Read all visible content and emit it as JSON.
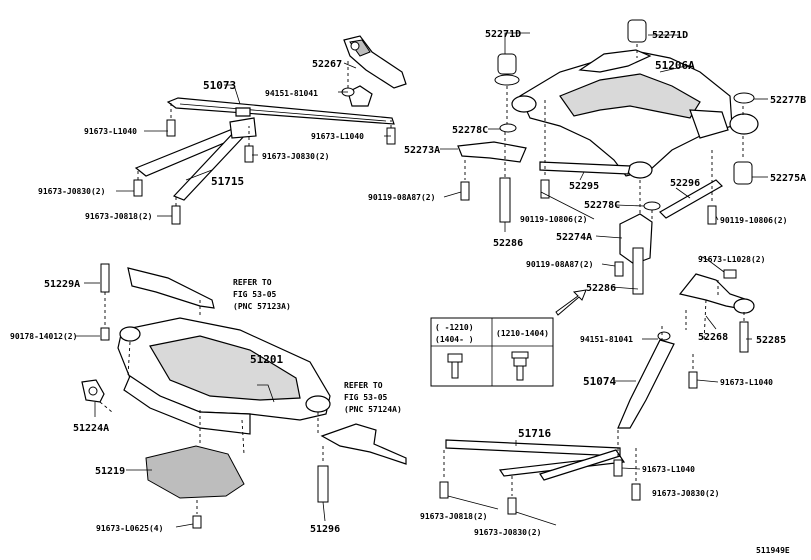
{
  "diagram_id": "511949E",
  "refer_notes": [
    {
      "line1": "REFER TO",
      "line2": "FIG 53-05",
      "line3": "(PNC 57123A)"
    },
    {
      "line1": "REFER TO",
      "line2": "FIG 53-05",
      "line3": "(PNC 57124A)"
    }
  ],
  "inset": {
    "col1_row1": "(    -1210)",
    "col1_row2": "(1404-    )",
    "col2_row1": "(1210-1404)"
  },
  "labels": {
    "p52271D_a": "52271D",
    "p52271D_b": "52271D",
    "p52267": "52267",
    "p51073": "51073",
    "p94151_81041_a": "94151-81041",
    "p91673_L1040_a": "91673-L1040",
    "p91673_L1040_b": "91673-L1040",
    "p91673_J0830_a": "91673-J0830(2)",
    "p91673_J0830_b": "91673-J0830(2)",
    "p51715": "51715",
    "p91673_J0818_a": "91673-J0818(2)",
    "p51206A": "51206A",
    "p52277B": "52277B",
    "p52278C_a": "52278C",
    "p52273A": "52273A",
    "p52275A": "52275A",
    "p52295": "52295",
    "p52296": "52296",
    "p90119_08A87_a": "90119-08A87(2)",
    "p90119_10806_a": "90119-10806(2)",
    "p52278C_b": "52278C",
    "p90119_10806_b": "90119-10806(2)",
    "p52286_a": "52286",
    "p52274A": "52274A",
    "p90119_08A87_b": "90119-08A87(2)",
    "p91673_L1028": "91673-L1028(2)",
    "p52286_b": "52286",
    "p51229A": "51229A",
    "p90178_14012": "90178-14012(2)",
    "p51201": "51201",
    "p94151_81041_b": "94151-81041",
    "p52268": "52268",
    "p52285": "52285",
    "p51074": "51074",
    "p91673_L1040_c": "91673-L1040",
    "p51224A": "51224A",
    "p51716": "51716",
    "p51219": "51219",
    "p91673_L1040_d": "91673-L1040",
    "p91673_J0830_c": "91673-J0830(2)",
    "p91673_J0818_b": "91673-J0818(2)",
    "p91673_J0830_d": "91673-J0830(2)",
    "p91673_L0625": "91673-L0625(4)",
    "p51296": "51296"
  }
}
